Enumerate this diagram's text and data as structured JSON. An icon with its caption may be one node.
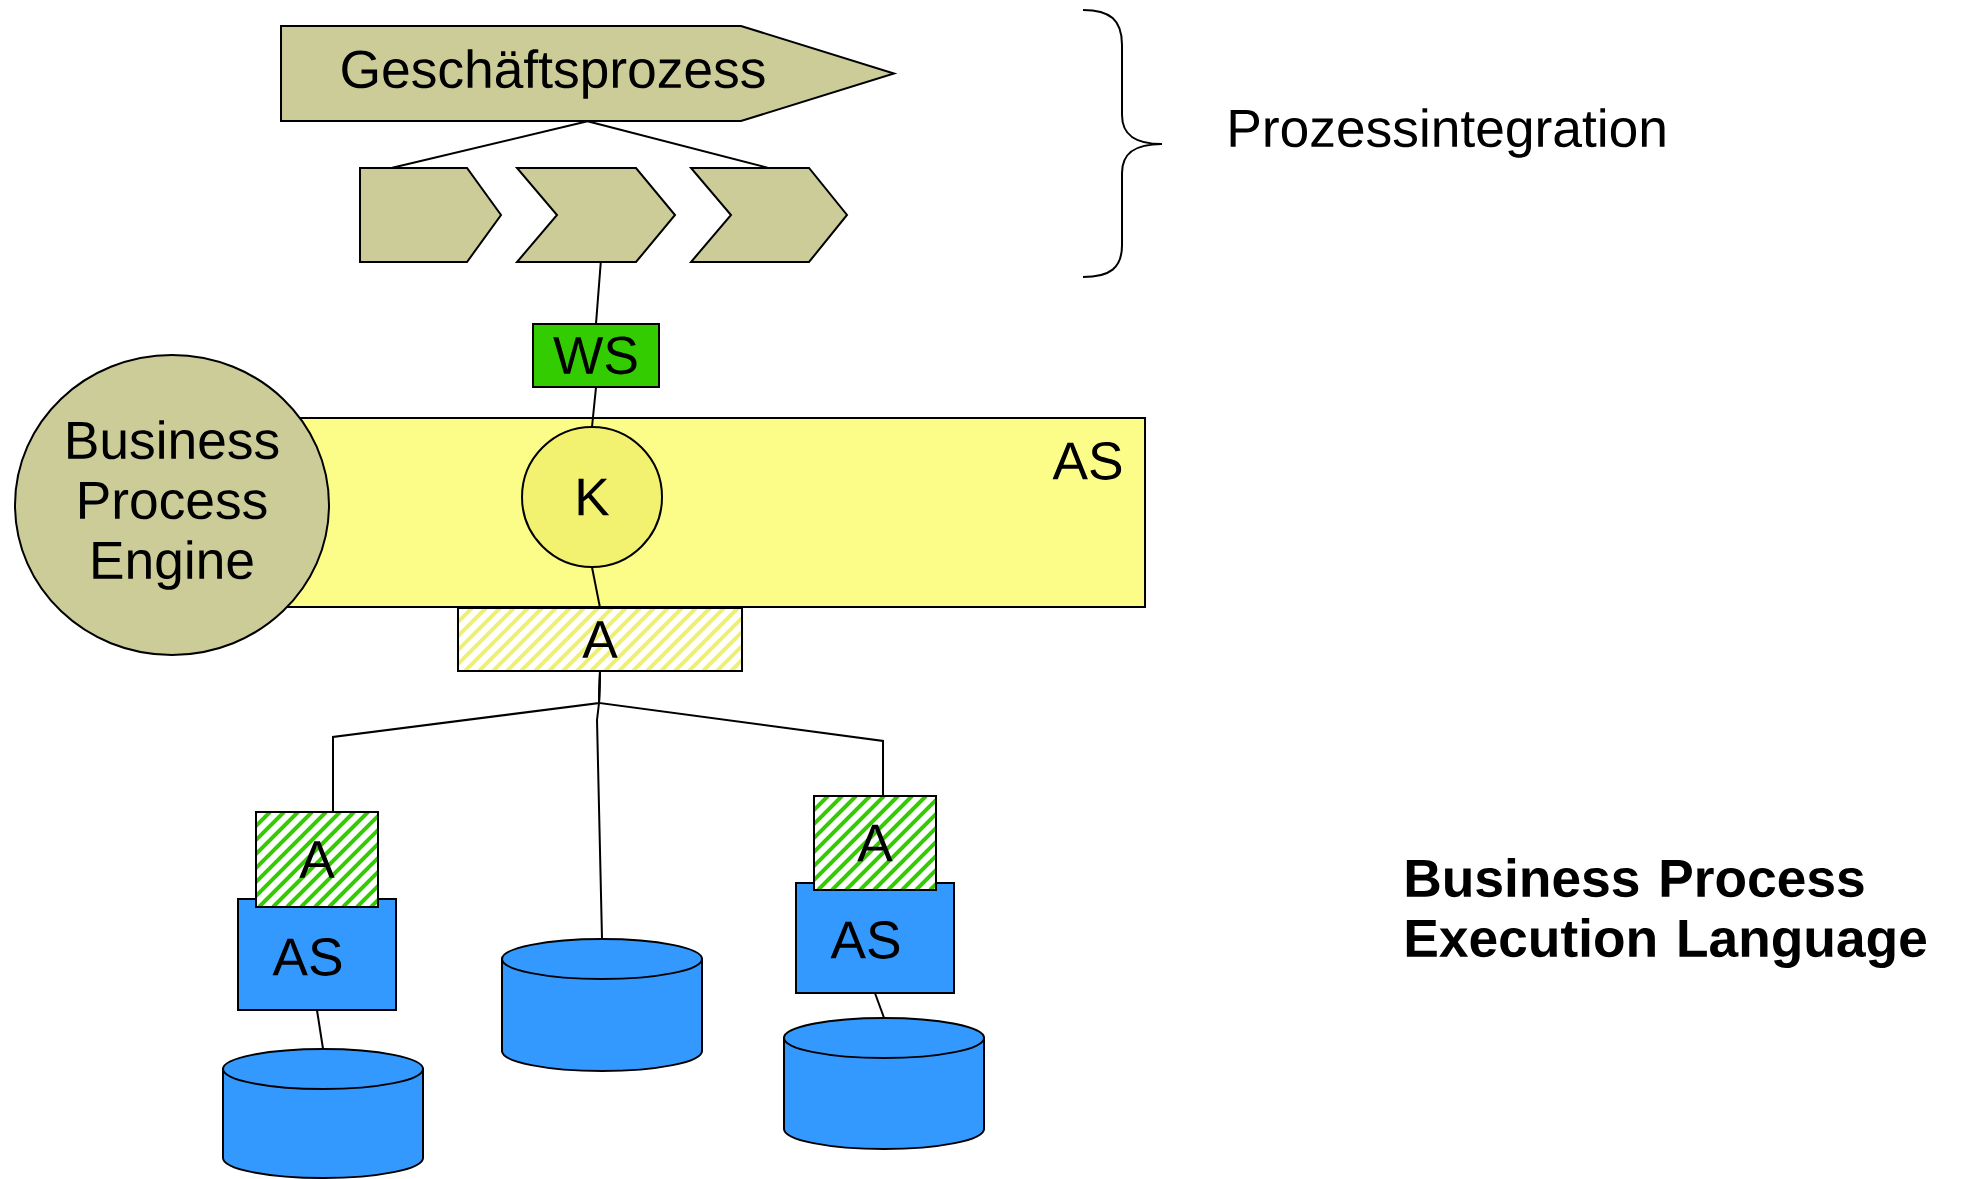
{
  "diagram": {
    "nodes": [
      {
        "text": [
          "Geschäftsprozess"
        ]
      },
      {
        "text": [],
        "shape": "chevron"
      },
      {
        "text": [],
        "shape": "chevron"
      },
      {
        "text": [],
        "shape": "chevron"
      },
      {
        "text": [
          "WS"
        ]
      },
      {
        "text": [
          "Business Process Engine"
        ]
      },
      {
        "text": [
          "AS"
        ]
      },
      {
        "text": [
          "K"
        ],
        "in": 6
      },
      {
        "text": [
          "A"
        ]
      },
      {
        "text": [
          "A"
        ]
      },
      {
        "text": [
          "AS"
        ]
      },
      {
        "text": [],
        "shape": "cylinder"
      },
      {
        "text": [],
        "shape": "cylinder"
      },
      {
        "text": [
          "A"
        ]
      },
      {
        "text": [
          "AS"
        ]
      },
      {
        "text": [],
        "shape": "cylinder"
      }
    ],
    "edges": [
      {
        "from": 0,
        "to": 1,
        "arrow": "none"
      },
      {
        "from": 0,
        "to": 3,
        "arrow": "none"
      },
      {
        "from": 2,
        "to": 4,
        "arrow": "none"
      },
      {
        "from": 4,
        "to": 7,
        "arrow": "none"
      },
      {
        "from": 7,
        "to": 8,
        "arrow": "none"
      },
      {
        "from": 8,
        "to": 9,
        "arrow": "none"
      },
      {
        "from": 8,
        "to": 12,
        "arrow": "none"
      },
      {
        "from": 8,
        "to": 13,
        "arrow": "none"
      },
      {
        "from": 10,
        "to": 11,
        "arrow": "none"
      },
      {
        "from": 14,
        "to": 15,
        "arrow": "none"
      }
    ],
    "labels": [
      "Prozessintegration",
      "Business Process Execution Language"
    ]
  }
}
